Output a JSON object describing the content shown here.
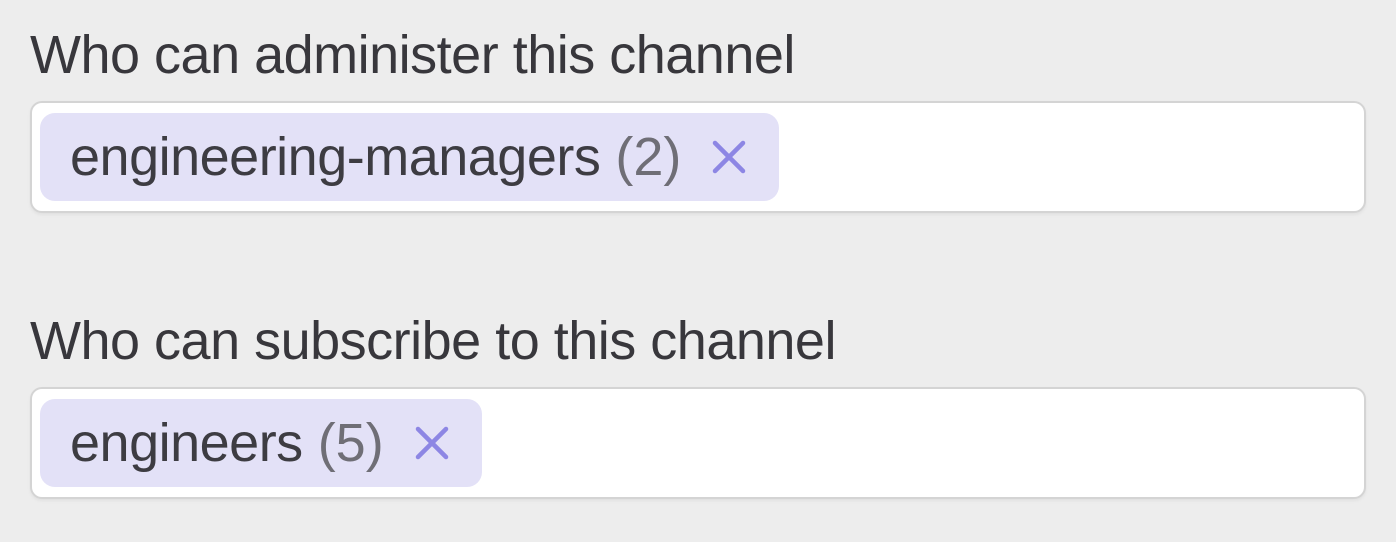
{
  "form": {
    "fields": [
      {
        "label": "Who can administer this channel",
        "tags": [
          {
            "name": "engineering-managers",
            "count": "(2)"
          }
        ]
      },
      {
        "label": "Who can subscribe to this channel",
        "tags": [
          {
            "name": "engineers",
            "count": "(5)"
          }
        ]
      }
    ]
  },
  "icons": {
    "remove_tag": "x-close-icon"
  },
  "colors": {
    "page_background": "#ededed",
    "input_background": "#ffffff",
    "input_border": "#d4d4d4",
    "label_text": "#38373c",
    "tag_background": "#e3e1f7",
    "tag_text": "#3d3c42",
    "tag_count": "#6f6e76",
    "close_icon": "#8d86e4"
  }
}
